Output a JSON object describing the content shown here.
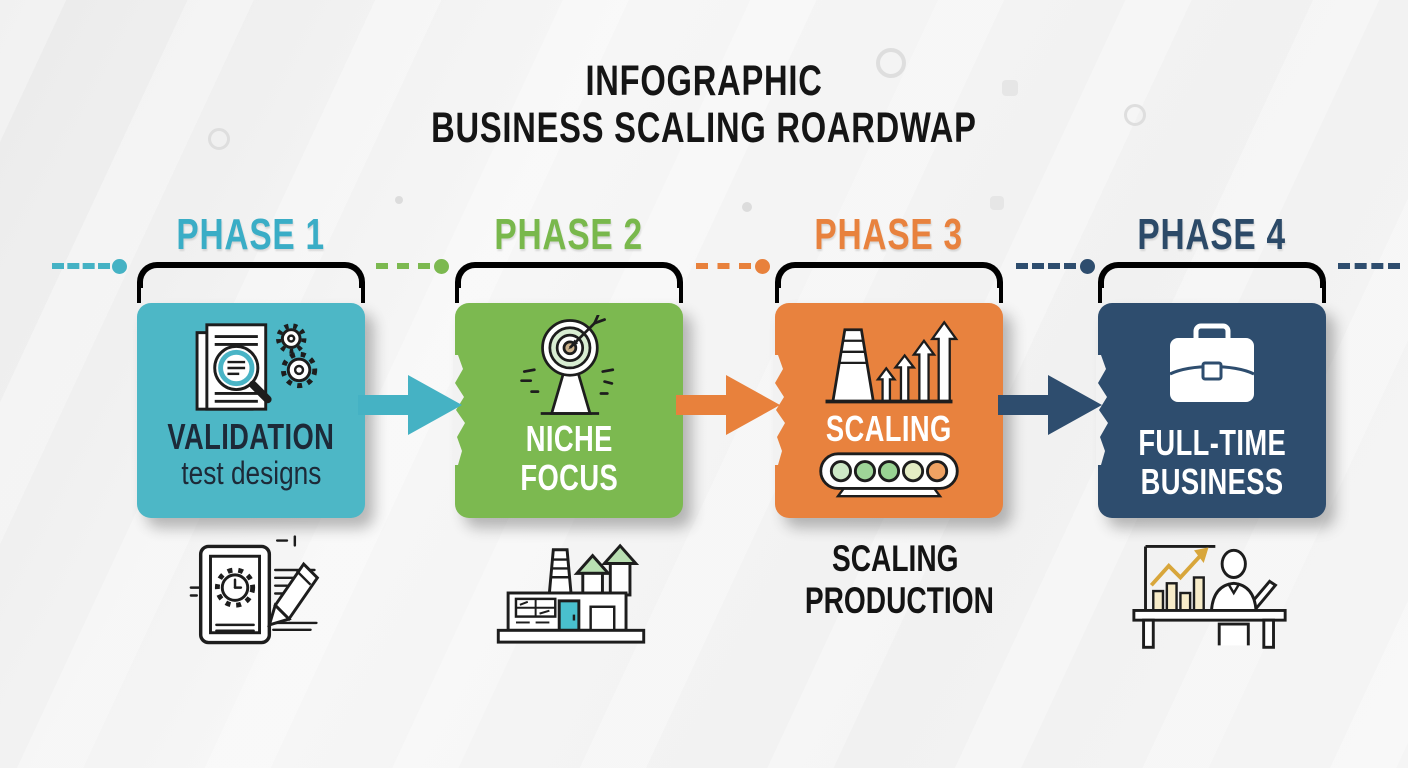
{
  "title": {
    "line1": "INFOGRAPHIC",
    "line2": "BUSINESS SCALING ROARDWAP"
  },
  "phases": [
    {
      "label": "PHASE 1",
      "title": "VALIDATION",
      "subtitle": "test designs",
      "accent_color": "#3aadc6",
      "block_color": "#4db7c6",
      "icon": "document-magnifier-gears-icon"
    },
    {
      "label": "PHASE 2",
      "title_line1": "NICHE",
      "title_line2": "FOCUS",
      "accent_color": "#79b84c",
      "block_color": "#7cb950",
      "icon": "target-arrow-icon"
    },
    {
      "label": "PHASE 3",
      "title": "SCALING",
      "accent_color": "#e8823e",
      "block_color": "#e8823e",
      "icon": "smokestack-growth-arrows-icon",
      "secondary_icon": "conveyor-belt-icon"
    },
    {
      "label": "PHASE 4",
      "title_line1": "FULL-TIME",
      "title_line2": "BUSINESS",
      "accent_color": "#2c4a68",
      "block_color": "#2e4d6e",
      "icon": "briefcase-icon"
    }
  ],
  "footer": {
    "clipboard_icon": "clipboard-gear-pencil-icon",
    "factory_icon": "factory-icon",
    "text_line1": "SCALING",
    "text_line2": "PRODUCTION",
    "analyst_icon": "analyst-at-desk-icon"
  },
  "background_color": "#f2f2f2"
}
